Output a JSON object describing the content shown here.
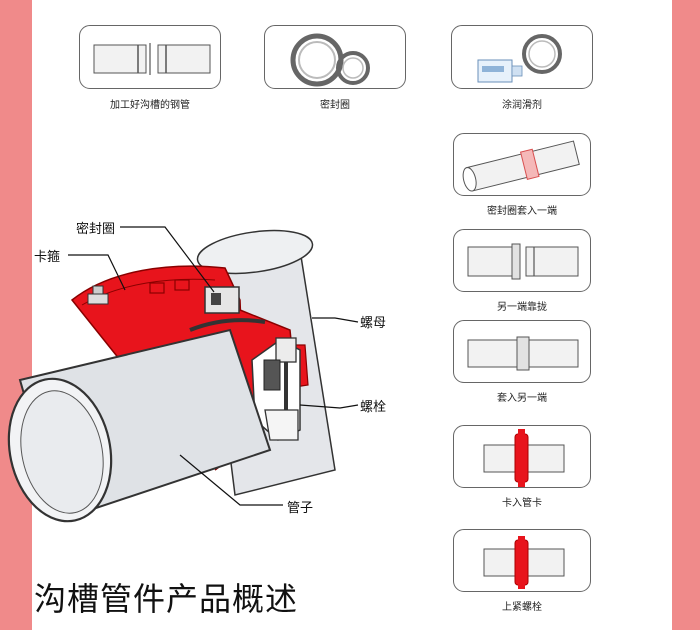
{
  "top_steps": [
    {
      "caption": "加工好沟槽的钢管"
    },
    {
      "caption": "密封圈"
    },
    {
      "caption": "涂润滑剂"
    }
  ],
  "right_steps": [
    {
      "caption": "密封圈套入一端"
    },
    {
      "caption": "另一端靠拢"
    },
    {
      "caption": "套入另一端"
    },
    {
      "caption": "卡入管卡"
    },
    {
      "caption": "上紧螺栓"
    }
  ],
  "callouts": {
    "seal_ring": "密封圈",
    "clamp": "卡箍",
    "nut": "螺母",
    "bolt": "螺栓",
    "pipe": "管子"
  },
  "title": "沟槽管件产品概述",
  "colors": {
    "side_band": "#f08a8a",
    "clamp_red": "#e8141c",
    "pipe_gray": "#d8dbe0",
    "outline": "#666666"
  }
}
